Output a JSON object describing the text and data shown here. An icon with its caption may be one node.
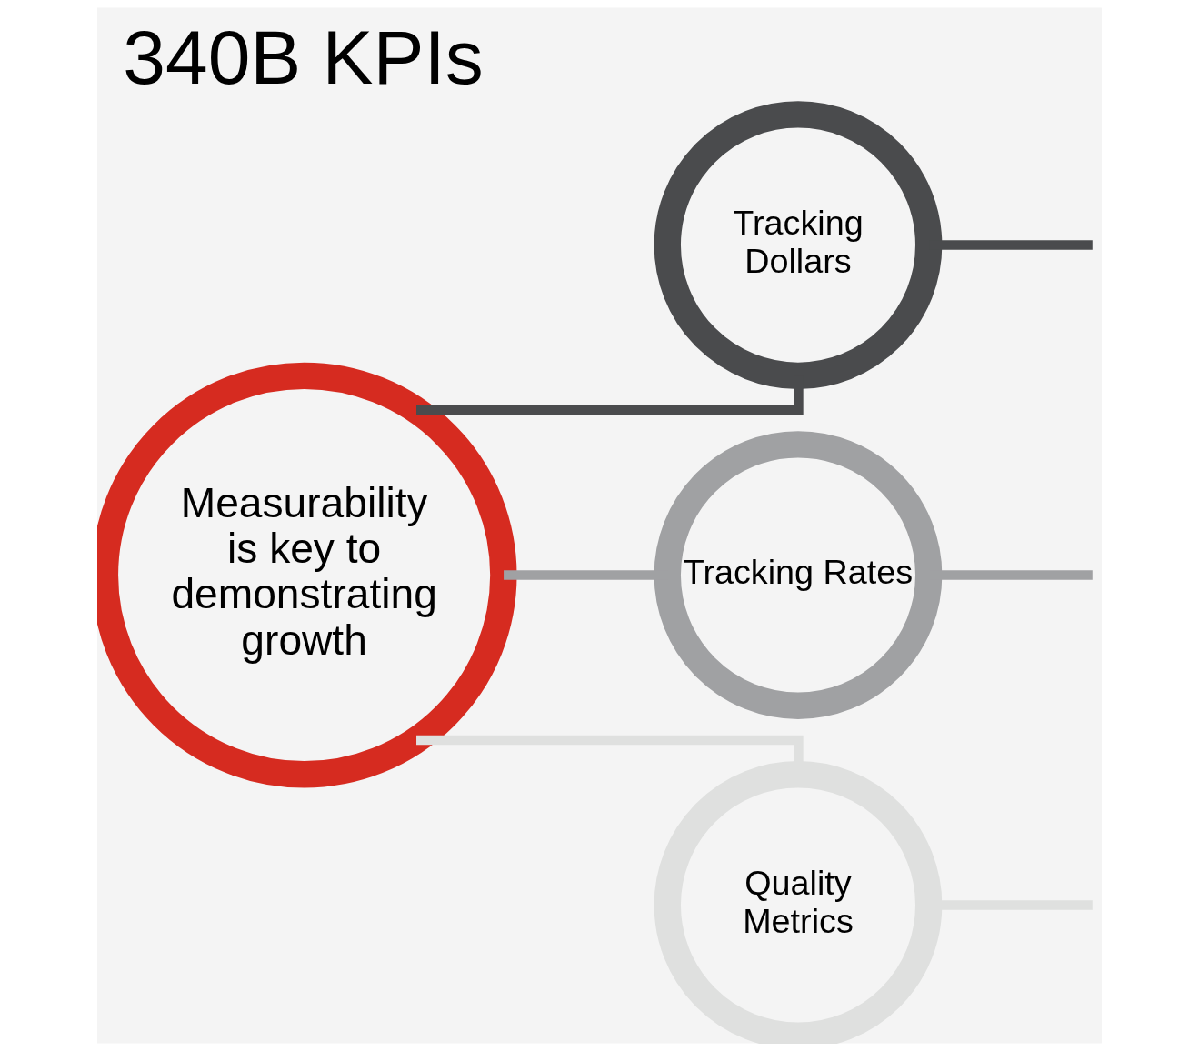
{
  "diagram": {
    "title": "340B KPIs",
    "nodes": [
      {
        "text": [
          "Measurability is key to demonstrating growth"
        ]
      },
      {
        "text": [
          "Tracking Dollars"
        ]
      },
      {
        "text": [
          "Tracking Rates"
        ]
      },
      {
        "text": [
          "Quality Metrics"
        ]
      }
    ],
    "edges": [
      {
        "from": 0,
        "to": 1,
        "arrow": "none",
        "color": "#4a4b4d"
      },
      {
        "from": 0,
        "to": 2,
        "arrow": "none",
        "color": "#a0a1a3"
      },
      {
        "from": 0,
        "to": 3,
        "arrow": "none",
        "color": "#dfe0df"
      },
      {
        "from": 1,
        "to": null,
        "arrow": "none",
        "color": "#4a4b4d"
      },
      {
        "from": 2,
        "to": null,
        "arrow": "none",
        "color": "#a0a1a3"
      },
      {
        "from": 3,
        "to": null,
        "arrow": "none",
        "color": "#dfe0df"
      }
    ]
  }
}
